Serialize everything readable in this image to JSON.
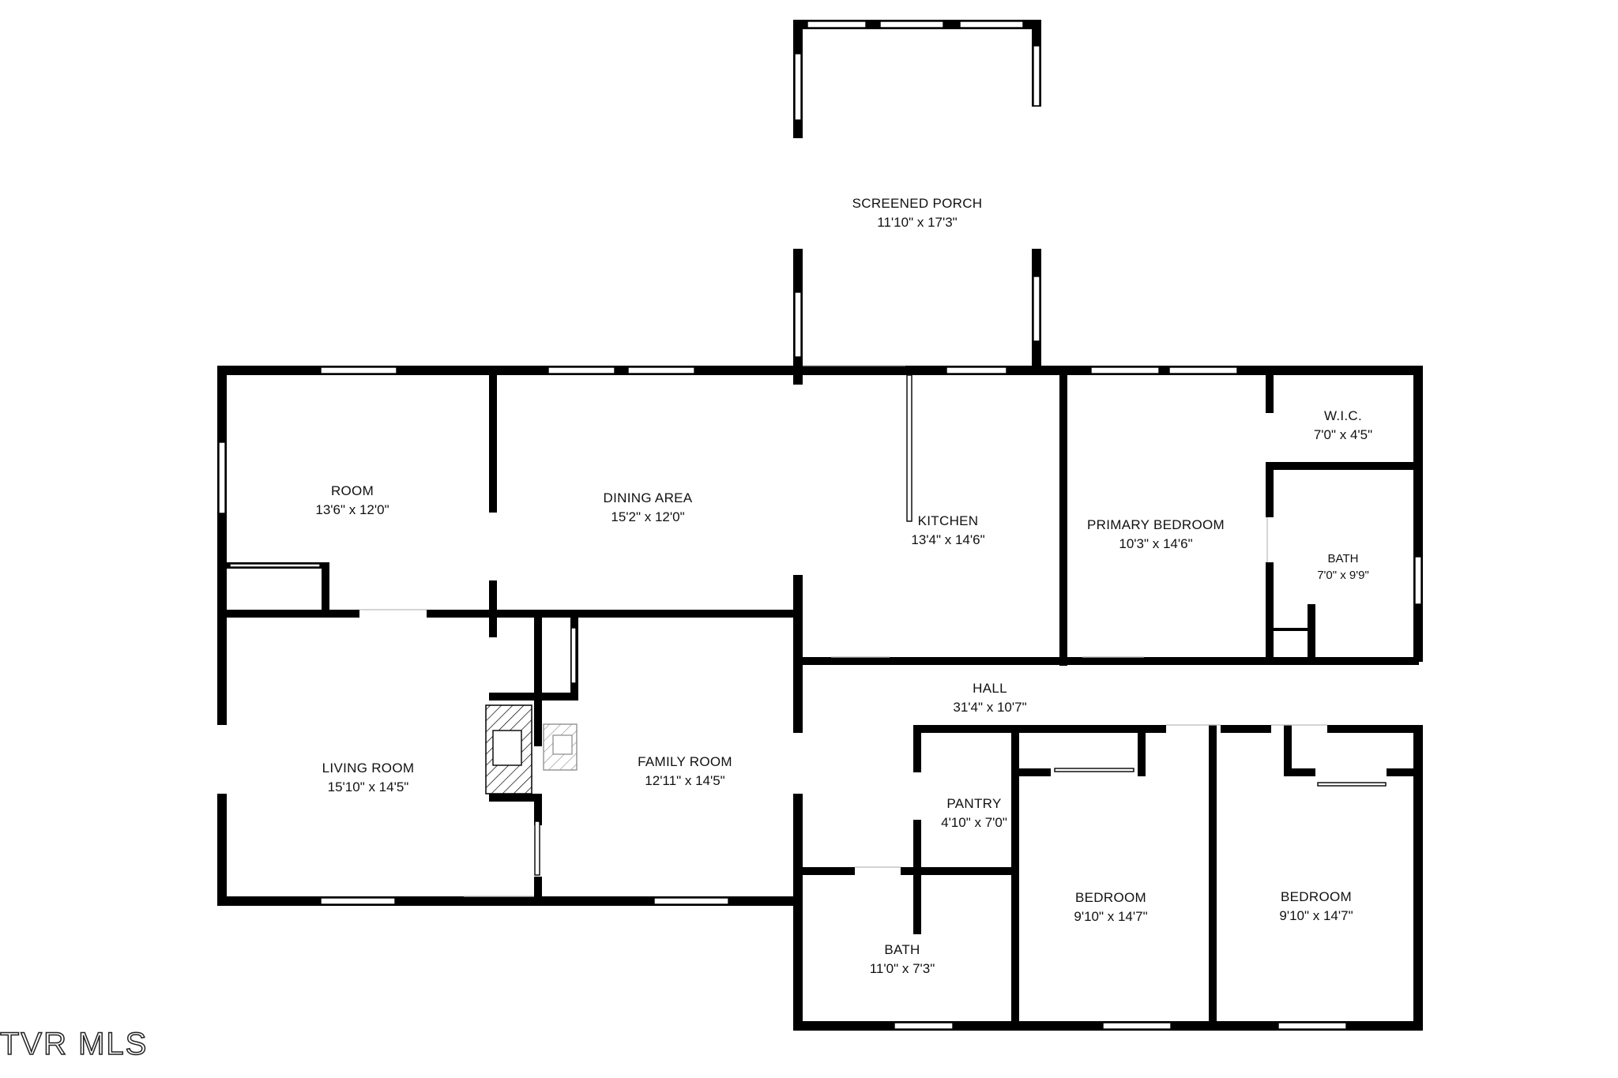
{
  "rooms": {
    "screened_porch": {
      "name": "SCREENED PORCH",
      "dim": "11'10\" x 17'3\""
    },
    "room": {
      "name": "ROOM",
      "dim": "13'6\" x 12'0\""
    },
    "dining": {
      "name": "DINING AREA",
      "dim": "15'2\" x 12'0\""
    },
    "kitchen": {
      "name": "KITCHEN",
      "dim": "13'4\" x 14'6\""
    },
    "primary_bedroom": {
      "name": "PRIMARY BEDROOM",
      "dim": "10'3\" x 14'6\""
    },
    "wic": {
      "name": "W.I.C.",
      "dim": "7'0\" x 4'5\""
    },
    "bath_primary": {
      "name": "BATH",
      "dim": "7'0\" x 9'9\""
    },
    "hall": {
      "name": "HALL",
      "dim": "31'4\" x 10'7\""
    },
    "living": {
      "name": "LIVING ROOM",
      "dim": "15'10\" x 14'5\""
    },
    "family": {
      "name": "FAMILY ROOM",
      "dim": "12'11\" x 14'5\""
    },
    "pantry": {
      "name": "PANTRY",
      "dim": "4'10\" x 7'0\""
    },
    "bath_hall": {
      "name": "BATH",
      "dim": "11'0\" x 7'3\""
    },
    "bedroom_1": {
      "name": "BEDROOM",
      "dim": "9'10\" x 14'7\""
    },
    "bedroom_2": {
      "name": "BEDROOM",
      "dim": "9'10\" x 14'7\""
    }
  },
  "watermark": "TVR MLS",
  "colors": {
    "wall": "#000000",
    "window": "#ffffff",
    "background": "#ffffff"
  }
}
